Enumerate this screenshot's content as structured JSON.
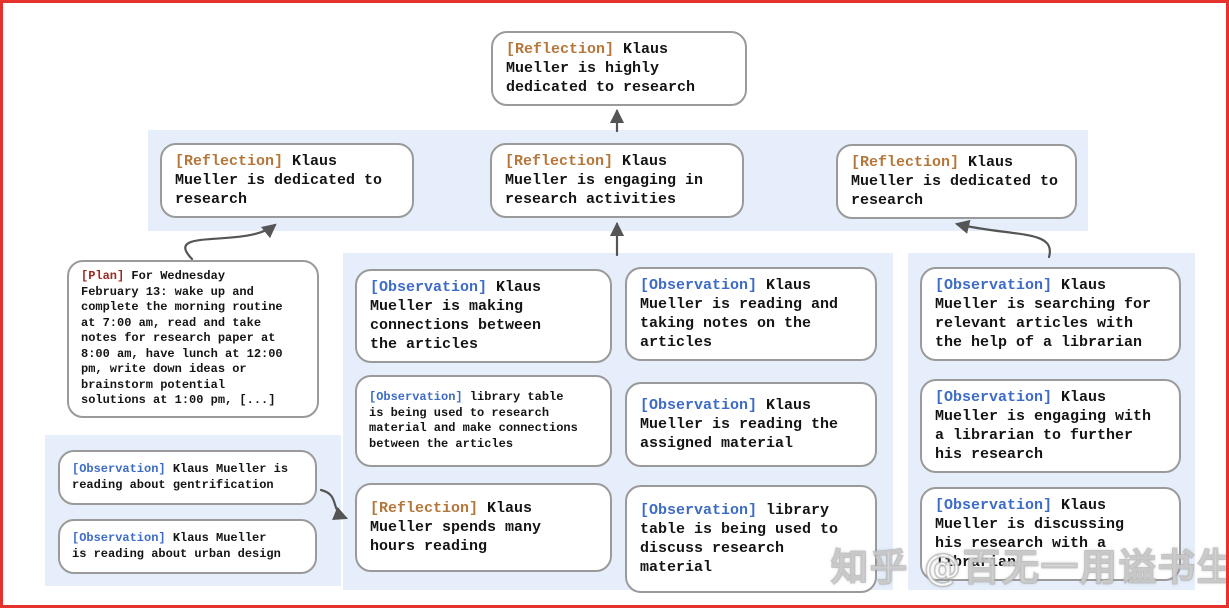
{
  "colors": {
    "frame_border": "#e5322d",
    "band_background": "#e5eefa",
    "node_border": "#9a9a9a",
    "reflection_tag": "#b5763a",
    "observation_tag": "#3d6bc6",
    "plan_tag": "#9c2a22",
    "arrow": "#555555"
  },
  "nodes": {
    "top": {
      "tag": "[Reflection]",
      "text": "Klaus\nMueller is highly\ndedicated to research"
    },
    "row2": [
      {
        "tag": "[Reflection]",
        "text": "Klaus\nMueller is dedicated to\nresearch"
      },
      {
        "tag": "[Reflection]",
        "text": "Klaus\nMueller is engaging in\nresearch activities"
      },
      {
        "tag": "[Reflection]",
        "text": "Klaus\nMueller is dedicated to\nresearch"
      }
    ],
    "plan": {
      "tag": "[Plan]",
      "text": "For Wednesday\nFebruary 13: wake up and\ncomplete the morning routine\nat 7:00 am, read and take\nnotes for research paper at\n8:00 am, have lunch at 12:00\npm, write down ideas or\nbrainstorm potential\nsolutions at 1:00 pm, [...]"
    },
    "left_observations": [
      {
        "tag": "[Observation]",
        "text": "Klaus Mueller is\nreading about gentrification"
      },
      {
        "tag": "[Observation]",
        "text": "Klaus Mueller\nis reading about urban design"
      }
    ],
    "middle_left": [
      {
        "tag": "[Observation]",
        "text": "Klaus\nMueller is making\nconnections between\nthe articles"
      },
      {
        "tag": "[Observation]",
        "text": "library table\nis being used to research\nmaterial and make connections\nbetween the articles"
      },
      {
        "tag": "[Reflection]",
        "text": "Klaus\nMueller spends many\nhours reading"
      }
    ],
    "middle_right": [
      {
        "tag": "[Observation]",
        "text": "Klaus\nMueller is reading and\ntaking notes on the\narticles"
      },
      {
        "tag": "[Observation]",
        "text": "Klaus\nMueller is reading the\nassigned material"
      },
      {
        "tag": "[Observation]",
        "text": "library\ntable is being used to\ndiscuss research material"
      }
    ],
    "right_observations": [
      {
        "tag": "[Observation]",
        "text": "Klaus\nMueller is searching for\nrelevant articles with\nthe help of a librarian"
      },
      {
        "tag": "[Observation]",
        "text": "Klaus\nMueller is engaging with\na librarian to further\nhis research"
      },
      {
        "tag": "[Observation]",
        "text": "Klaus\nMueller is discussing\nhis research with a\nlibrarian"
      }
    ]
  },
  "watermark": {
    "text": "知乎 @百无一用谥书生"
  }
}
